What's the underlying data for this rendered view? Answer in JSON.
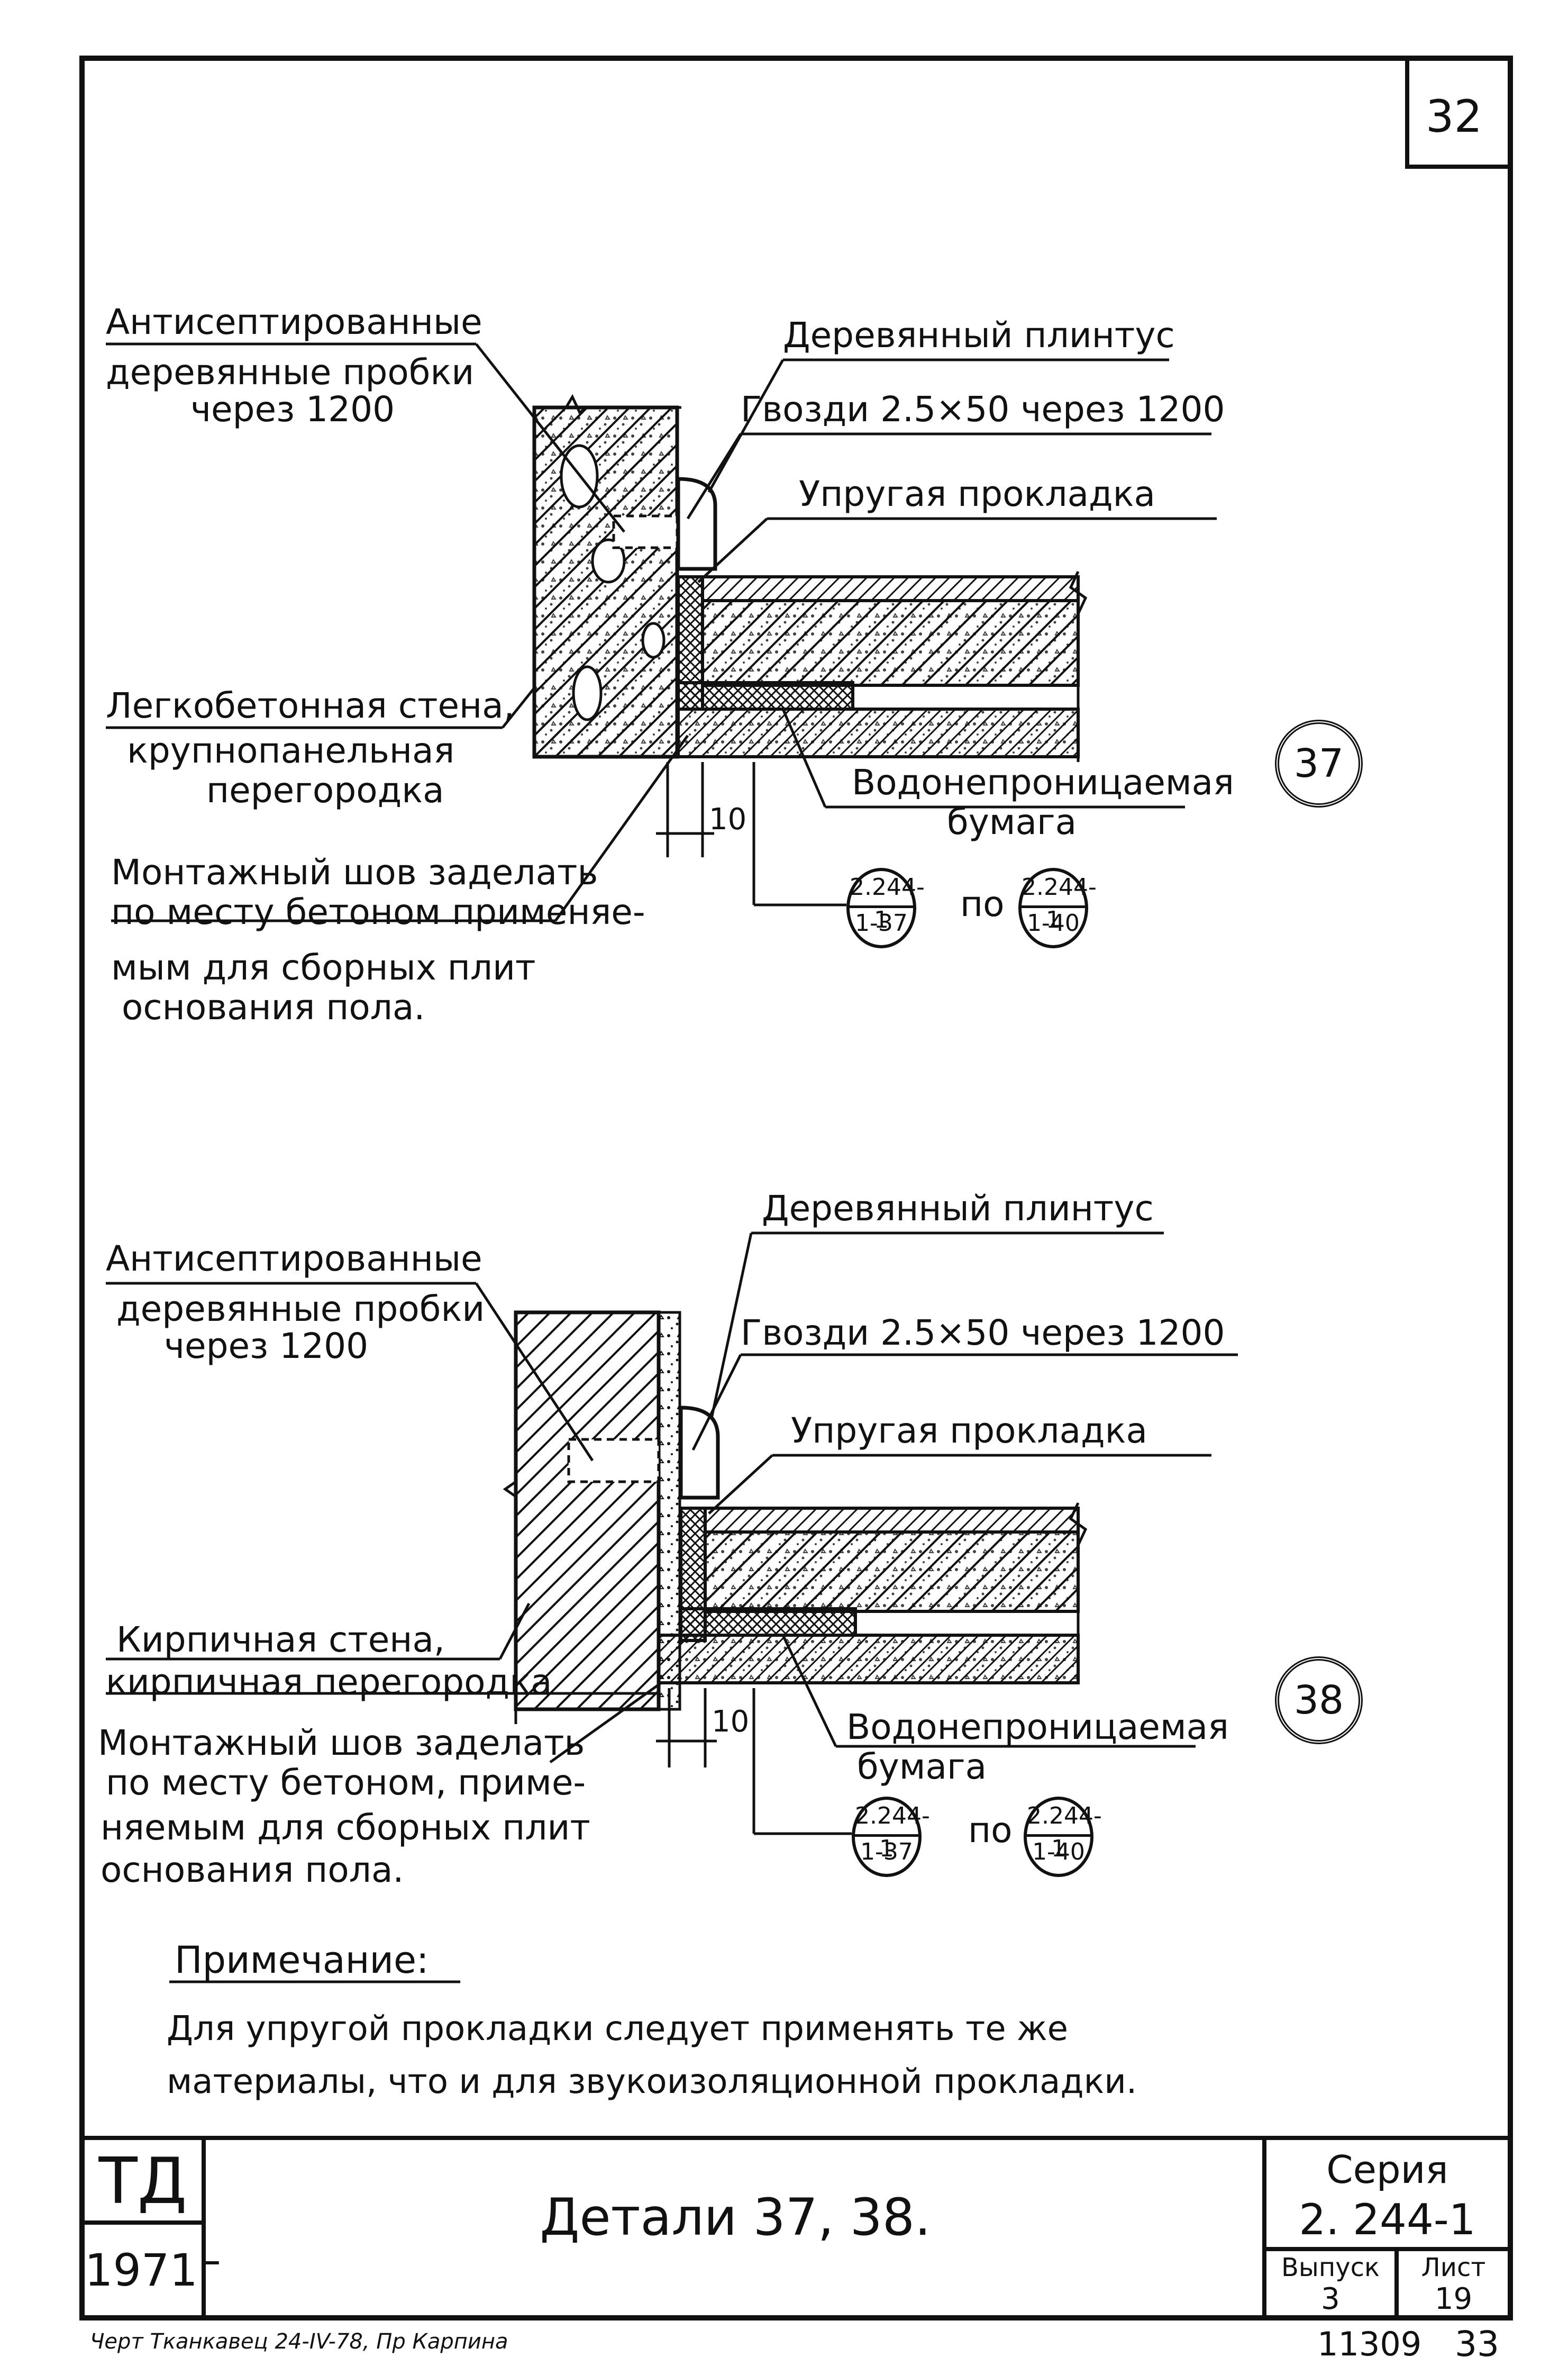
{
  "sheet": {
    "page_number": "32",
    "detail_top": {
      "label_plugs_line1": "Антисептированные",
      "label_plugs_line2": "деревянные пробки",
      "label_plugs_line3": "через 1200",
      "label_skirting": "Деревянный плинтус",
      "label_nails": "Гвозди  2.5×50 через 1200",
      "label_gasket": "Упругая прокладка",
      "label_wall_line1": "Легкобетонная стена,",
      "label_wall_line2": "крупнопанельная",
      "label_wall_line3": "перегородка",
      "label_paper_line1": "Водонепроницаемая",
      "label_paper_line2": "бумага",
      "label_seam_line1": "Монтажный шов заделать",
      "label_seam_line2": "по месту бетоном применяе-",
      "label_seam_line3": "мым для сборных плит",
      "label_seam_line4": "основания  пола.",
      "dimension": "10",
      "ref1_top": "2.244-1",
      "ref1_bottom": "1-37",
      "ref_between": "по",
      "ref2_top": "2.244-1",
      "ref2_bottom": "1-40",
      "detail_number": "37"
    },
    "detail_bottom": {
      "label_plugs_line1": "Антисептированные",
      "label_plugs_line2": "деревянные пробки",
      "label_plugs_line3": "через 1200",
      "label_skirting": "Деревянный плинтус",
      "label_nails": "Гвозди  2.5×50 через 1200",
      "label_gasket": "Упругая прокладка",
      "label_wall_line1": "Кирпичная стена,",
      "label_wall_line2": "кирпичная перегородка",
      "label_paper_line1": "Водонепроницаемая",
      "label_paper_line2": "бумага",
      "label_seam_line1": "Монтажный шов заделать",
      "label_seam_line2": "по месту бетоном, приме-",
      "label_seam_line3": "няемым для сборных плит",
      "label_seam_line4": "основания пола.",
      "dimension": "10",
      "ref1_top": "2.244-1",
      "ref1_bottom": "1-37",
      "ref_between": "по",
      "ref2_top": "2.244-1",
      "ref2_bottom": "1-40",
      "detail_number": "38"
    },
    "note": {
      "heading": "Примечание:",
      "line1": "Для  упругой  прокладки  следует применять те же",
      "line2": "материалы, что и  для  звукоизоляционной прокладки."
    },
    "title_block": {
      "org": "ТД",
      "year": "1971г",
      "title": "Детали 37, 38.",
      "series_label": "Серия",
      "series_value": "2. 244-1",
      "issue_label": "Выпуск",
      "issue_value": "3",
      "sheet_label": "Лист",
      "sheet_value": "19",
      "inventory": "11309",
      "page_total": "33",
      "signature_text": "Черт Тканкавец 24-IV-78, Пр Карпина"
    },
    "colors": {
      "ink": "#111111",
      "paper": "#ffffff"
    }
  }
}
